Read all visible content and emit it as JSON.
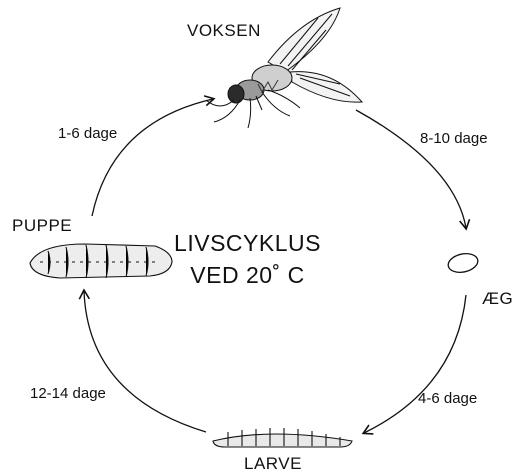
{
  "title": {
    "line1": "LIVSCYKLUS",
    "line2": "VED 20˚ C"
  },
  "stages": {
    "adult": "VOKSEN",
    "egg": "ÆG",
    "larva": "LARVE",
    "pupa": "PUPPE"
  },
  "durations": {
    "adult_to_egg": "8-10 dage",
    "egg_to_larva": "4-6 dage",
    "larva_to_pupa": "12-14 dage",
    "pupa_to_adult": "1-6 dage"
  },
  "icons": [
    "fly-icon",
    "egg-icon",
    "larva-icon",
    "pupa-icon"
  ],
  "colors": {
    "ink": "#111111",
    "background": "#ffffff"
  }
}
